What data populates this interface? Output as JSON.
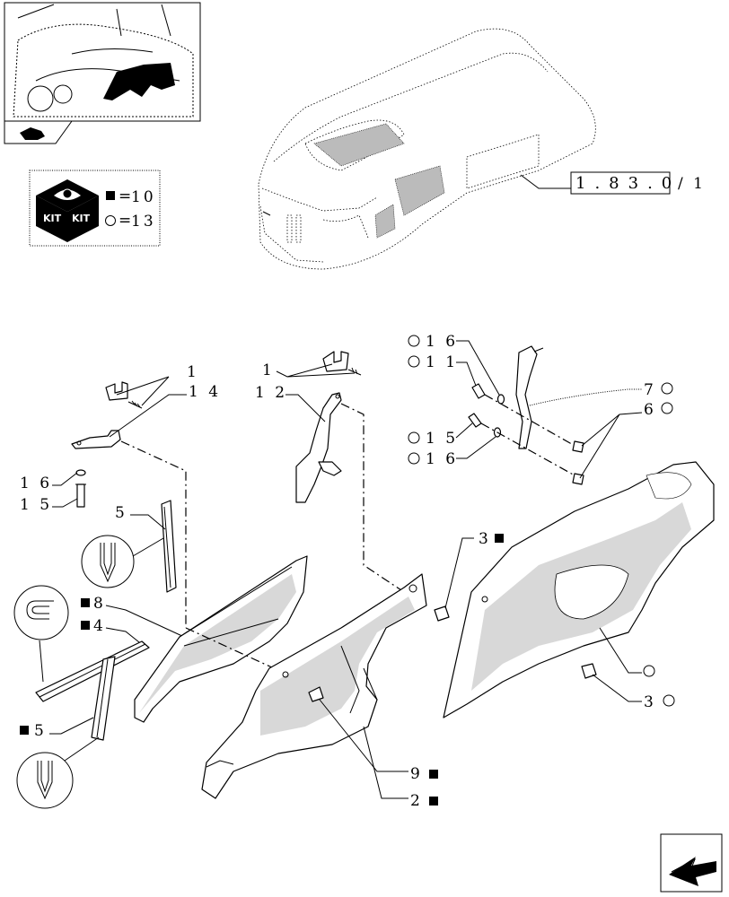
{
  "kit_legend": {
    "square_value": "10",
    "circle_value": "13",
    "kit_text": "KIT"
  },
  "reference": {
    "code": "1.83.0",
    "suffix": "/ 1"
  },
  "callouts": {
    "c1a": "1",
    "c14": "1 4",
    "c16a": "1 6",
    "c15a": "1 5",
    "c5a": "5",
    "c8": "8",
    "c4": "4",
    "c5b": "5",
    "c1b": "1",
    "c12": "1 2",
    "c16b": "1 6",
    "c11": "1 1",
    "c15b": "1 5",
    "c16c": "1 6",
    "c7": "7",
    "c6": "6",
    "c3a": "3",
    "c3b": "3",
    "c9": "9",
    "c2": "2"
  }
}
